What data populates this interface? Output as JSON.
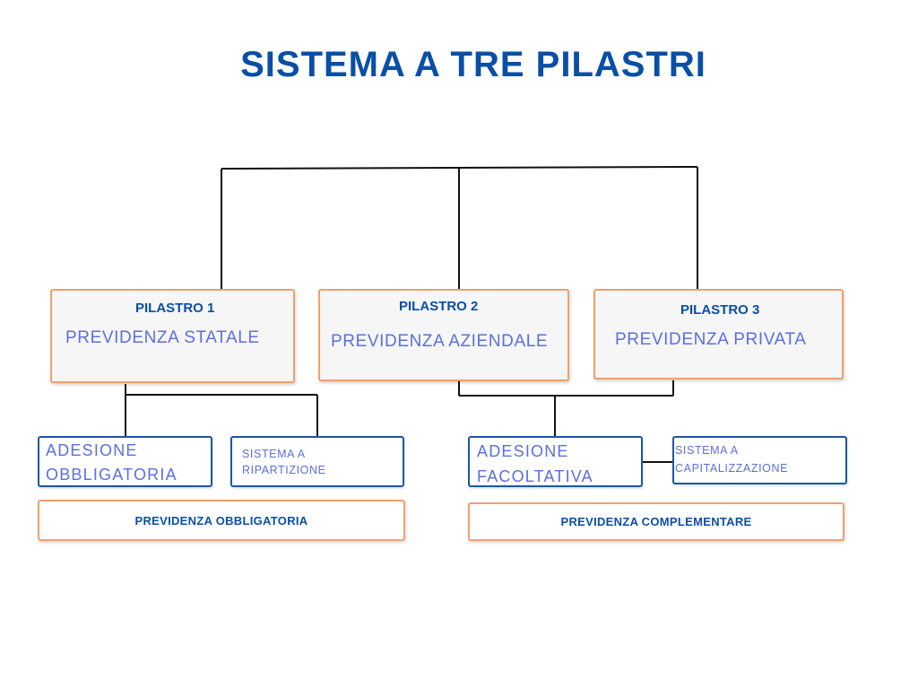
{
  "title": "SISTEMA A TRE PILASTRI",
  "pillars": [
    {
      "number": "PILASTRO 1",
      "description": "PREVIDENZA STATALE"
    },
    {
      "number": "PILASTRO 2",
      "description": "PREVIDENZA AZIENDALE"
    },
    {
      "number": "PILASTRO 3",
      "description": "PREVIDENZA PRIVATA"
    }
  ],
  "adhesion": {
    "mandatory_line1": "ADESIONE",
    "mandatory_line2": "OBBLIGATORIA",
    "optional_line1": "ADESIONE",
    "optional_line2": "FACOLTATIVA"
  },
  "systems": {
    "distribution_line1": "SISTEMA A",
    "distribution_line2": "RIPARTIZIONE",
    "capitalization_line1": "SISTEMA A",
    "capitalization_line2": "CAPITALIZZAZIONE"
  },
  "categories": {
    "mandatory": "PREVIDENZA OBBLIGATORIA",
    "complementary": "PREVIDENZA COMPLEMENTARE"
  },
  "colors": {
    "title": "#0a4fa6",
    "label_text": "#5b6fe0",
    "orange_border": "#f0a06a",
    "blue_border": "#1a56a8",
    "connector": "#111111"
  }
}
